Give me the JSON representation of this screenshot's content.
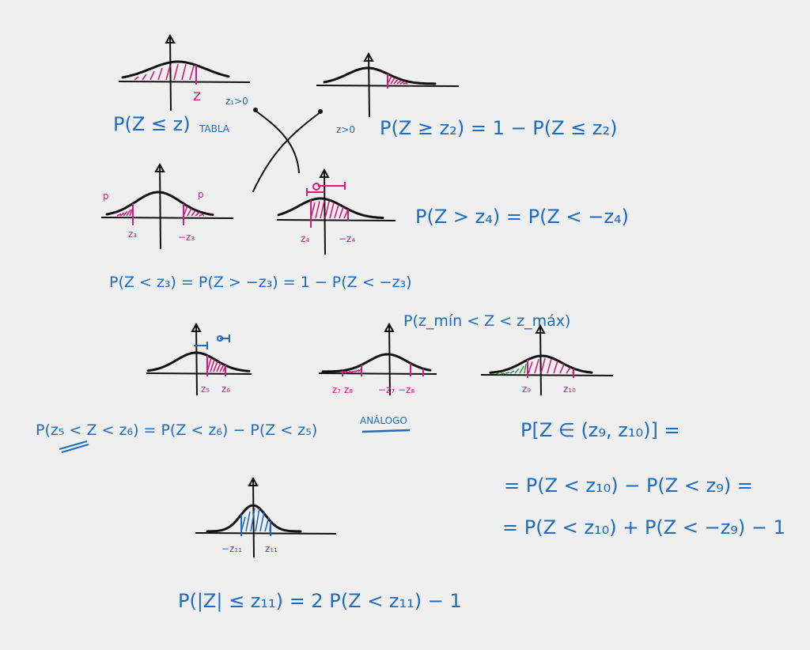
{
  "colors": {
    "ink": "#111111",
    "blue": "#1a6cc4",
    "pink": "#d8197a",
    "green": "#2a9a4a",
    "background": "#efefef"
  },
  "graph1": {
    "label_z": "z",
    "formula": "P(Z ≤ z)",
    "note": "TABLA"
  },
  "graph2": {
    "condition_left": "z₁>0",
    "condition": "z>0",
    "formula": "P(Z ≥ z₂) = 1 − P(Z ≤ z₂)"
  },
  "graph3": {
    "label_p_left": "p",
    "label_p_right": "p",
    "label_z3": "z₃",
    "label_neg_z3": "−z₃",
    "formula": "P(Z < z₃) = P(Z > −z₃) = 1 − P(Z < −z₃)"
  },
  "graph4": {
    "label_z4": "z₄",
    "label_neg_z4": "−z₄",
    "formula": "P(Z > z₄) = P(Z < −z₄)"
  },
  "interval_title": "P(z_mín < Z < z_máx)",
  "graph5": {
    "label_z5": "z₅",
    "label_z6": "z₆",
    "formula": "P(z₅ < Z < z₆) = P(Z < z₆) − P(Z < z₅)"
  },
  "graph6": {
    "labels_left": "z₇ z₈",
    "labels_right": "−z₇ −z₈",
    "note": "ANÁLOGO"
  },
  "graph7": {
    "label_z9": "z₉",
    "label_z10": "z₁₀",
    "formula_1": "P[Z ∈ (z₉, z₁₀)]  =",
    "formula_2": "= P(Z < z₁₀) − P(Z < z₉) =",
    "formula_3": "= P(Z < z₁₀) + P(Z < −z₉) − 1"
  },
  "graph8": {
    "label_neg_z11": "−z₁₁",
    "label_z11": "z₁₁",
    "formula": "P(|Z| ≤ z₁₁) = 2 P(Z < z₁₁) − 1"
  }
}
